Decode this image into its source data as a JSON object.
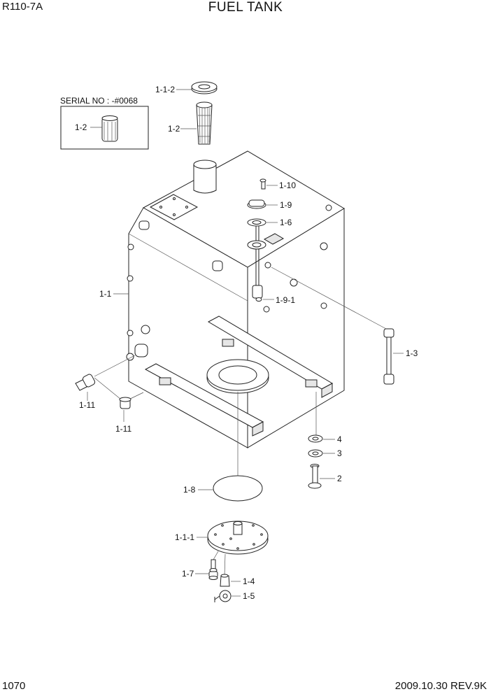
{
  "header": {
    "model": "R110-7A",
    "title": "FUEL TANK"
  },
  "footer": {
    "page_number": "1070",
    "revision": "2009.10.30  REV.9K"
  },
  "serial_box": {
    "label": "SERIAL NO : -#0068",
    "part": "1-2"
  },
  "parts": {
    "p1_1_2": "1-1-2",
    "p1_2": "1-2",
    "p1_10": "1-10",
    "p1_9": "1-9",
    "p1_6": "1-6",
    "p1_1": "1-1",
    "p1_9_1": "1-9-1",
    "p1_3": "1-3",
    "p1_11a": "1-11",
    "p1_11b": "1-11",
    "p4": "4",
    "p3": "3",
    "p2": "2",
    "p1_8": "1-8",
    "p1_1_1": "1-1-1",
    "p1_7": "1-7",
    "p1_4": "1-4",
    "p1_5": "1-5"
  }
}
